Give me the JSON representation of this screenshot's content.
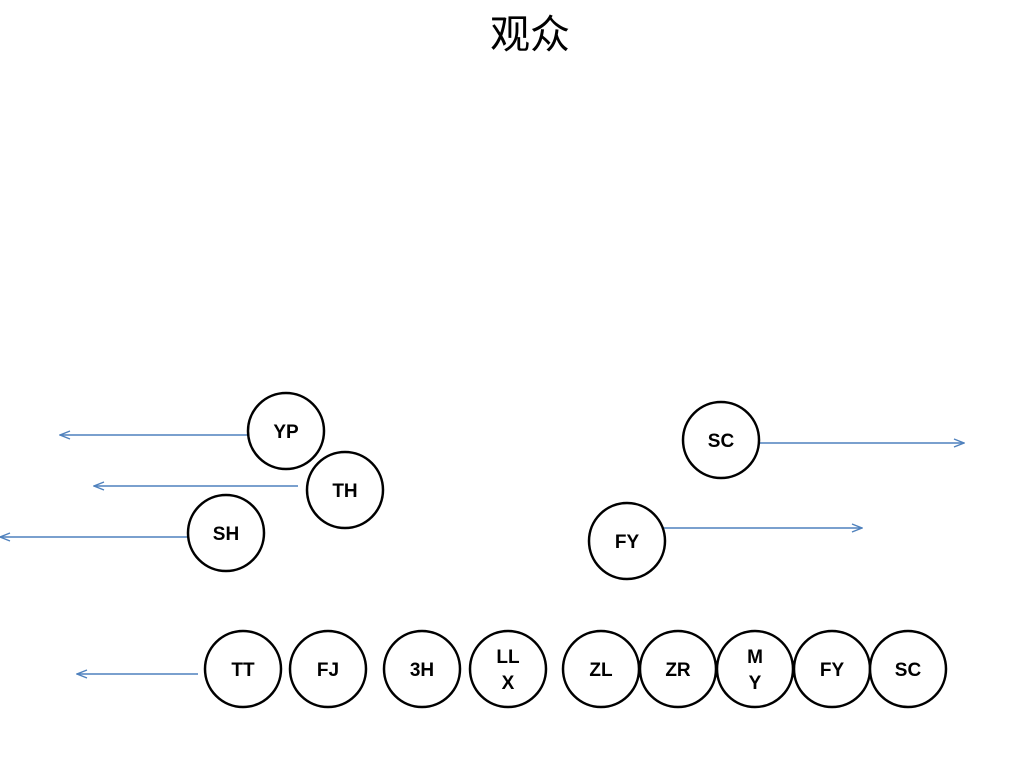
{
  "title": "观众",
  "colors": {
    "node_stroke": "#000000",
    "arrow": "#4f81bd"
  },
  "nodes": [
    {
      "id": "yp",
      "lines": [
        "YP"
      ]
    },
    {
      "id": "th",
      "lines": [
        "TH"
      ]
    },
    {
      "id": "sh",
      "lines": [
        "SH"
      ]
    },
    {
      "id": "sc-upper",
      "lines": [
        "SC"
      ]
    },
    {
      "id": "fy-upper",
      "lines": [
        "FY"
      ]
    },
    {
      "id": "tt",
      "lines": [
        "TT"
      ]
    },
    {
      "id": "fj",
      "lines": [
        "FJ"
      ]
    },
    {
      "id": "3h",
      "lines": [
        "3H"
      ]
    },
    {
      "id": "llx",
      "lines": [
        "LL",
        "X"
      ]
    },
    {
      "id": "zl",
      "lines": [
        "ZL"
      ]
    },
    {
      "id": "zr",
      "lines": [
        "ZR"
      ]
    },
    {
      "id": "my",
      "lines": [
        "M",
        "Y"
      ]
    },
    {
      "id": "fy-lower",
      "lines": [
        "FY"
      ]
    },
    {
      "id": "sc-lower",
      "lines": [
        "SC"
      ]
    }
  ],
  "arrows": [
    {
      "from": "yp",
      "direction": "left"
    },
    {
      "from": "th",
      "direction": "left"
    },
    {
      "from": "sh",
      "direction": "left"
    },
    {
      "from": "sc-upper",
      "direction": "right"
    },
    {
      "from": "fy-upper",
      "direction": "right"
    },
    {
      "from": "tt",
      "direction": "left"
    }
  ]
}
